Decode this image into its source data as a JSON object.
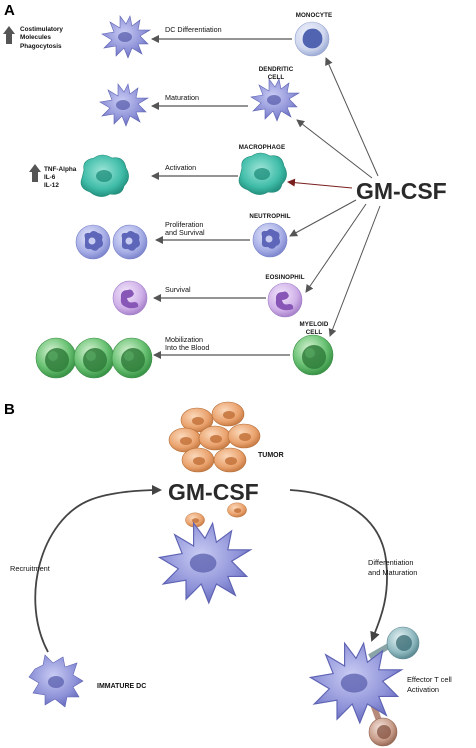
{
  "panel_a": {
    "letter": "A",
    "hub": "GM-CSF",
    "rows": [
      {
        "source": "MONOCYTE",
        "source_line2": "",
        "action": "DC Differentiation",
        "action_line2": ""
      },
      {
        "source": "DENDRITIC",
        "source_line2": "CELL",
        "action": "Maturation",
        "action_line2": ""
      },
      {
        "source": "MACROPHAGE",
        "source_line2": "",
        "action": "Activation",
        "action_line2": ""
      },
      {
        "source": "NEUTROPHIL",
        "source_line2": "",
        "action": "Proliferation",
        "action_line2": "and Survival"
      },
      {
        "source": "EOSINOPHIL",
        "source_line2": "",
        "action": "Survival",
        "action_line2": ""
      },
      {
        "source": "MYELOID",
        "source_line2": "CELL",
        "action": "Mobilization",
        "action_line2": "Into the Blood"
      }
    ],
    "dc_effects": [
      "Costimulatory",
      "Molecules",
      "Phagocytosis"
    ],
    "macrophage_effects": [
      "TNF-Alpha",
      "IL-6",
      "IL-12"
    ]
  },
  "panel_b": {
    "letter": "B",
    "hub": "GM-CSF",
    "tumor": "TUMOR",
    "recruitment": "Recruitment",
    "differentiation": [
      "Differentiation",
      "and Maturation"
    ],
    "immature": "IMMATURE DC",
    "effector": [
      "Effector T cell",
      "Activation"
    ]
  },
  "colors": {
    "dc": "#8e92d8",
    "macrophage": "#3fbca8",
    "neutrophil": "#9aa3e0",
    "eosinophil": "#c9a6e4",
    "myeloid": "#5cb86a",
    "monocyte": "#8fa3dc",
    "tumor": "#e8a06a",
    "arrow": "#555555"
  }
}
